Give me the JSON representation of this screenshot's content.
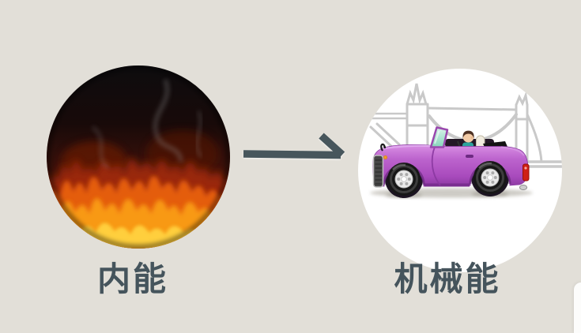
{
  "page": {
    "background_color": "#e2dfd8"
  },
  "diagram": {
    "source": {
      "label": "内能",
      "icon": "fire-image",
      "shape": "circle"
    },
    "arrow": {
      "icon": "right-arrow-icon",
      "direction": "right",
      "color": "#47565c"
    },
    "target": {
      "label": "机械能",
      "icon": "car-image",
      "shape": "circle"
    }
  },
  "colors": {
    "label_text": "#45545c",
    "arrow": "#47565c",
    "flame_orange": "#f07c14",
    "flame_yellow": "#ffd23f",
    "car_body_purple": "#b55fc8",
    "bridge_outline_gray": "#c9c9c9",
    "target_circle_background": "#ffffff"
  }
}
